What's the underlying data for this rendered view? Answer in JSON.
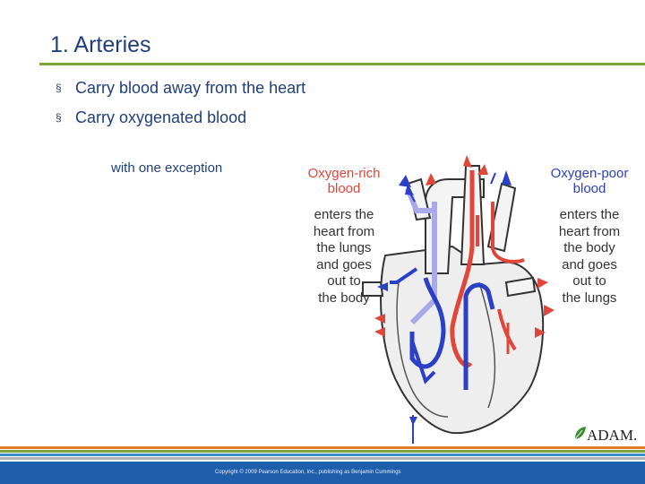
{
  "slide": {
    "title": "1.  Arteries",
    "bullets": [
      "Carry blood away from the heart",
      "Carry oxygenated blood"
    ],
    "bullet_marker": "§",
    "subnote": "with one exception"
  },
  "diagram": {
    "left_heading": [
      "Oxygen-rich",
      "blood"
    ],
    "left_body": [
      "enters the",
      "heart from",
      "the lungs",
      "and goes",
      "out to",
      "the body"
    ],
    "right_heading": [
      "Oxygen-poor",
      "blood"
    ],
    "right_body": [
      "enters the",
      "heart from",
      "the body",
      "and goes",
      "out to",
      "the lungs"
    ],
    "colors": {
      "oxygen_rich": "#e0463a",
      "oxygen_poor": "#2b3fc7",
      "pulmonary_light": "#a9a8e8"
    }
  },
  "logo": {
    "text": "ADAM."
  },
  "footer": {
    "copyright": "Copyright © 2009 Pearson Education, Inc., publishing as Benjamin Cummings",
    "stripe_colors": [
      "#e07b27",
      "#7fa33b",
      "#3b8fd0",
      "#b3b3b3"
    ],
    "bar_color": "#1e5eab"
  }
}
